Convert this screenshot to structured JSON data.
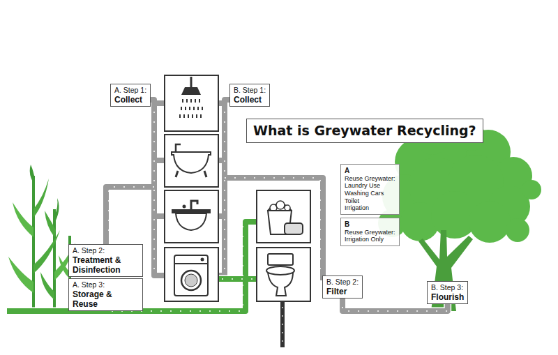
{
  "diagram": {
    "title": "What is Greywater Recycling?",
    "nodes": [
      {
        "text": [
          "A. Step 1:",
          "Collect"
        ]
      },
      {
        "text": [
          "B. Step 1:",
          "Collect"
        ]
      },
      {
        "text": [
          "A",
          "Reuse Greywater:",
          "Laundry Use",
          "Washing Cars",
          "Toilet",
          "Irrigation"
        ]
      },
      {
        "text": [
          "B",
          "Reuse Greywater:",
          "Irrigation Only"
        ]
      },
      {
        "text": [
          "A. Step 2:",
          "Treatment & Disinfection"
        ]
      },
      {
        "text": [
          "A. Step 3:",
          "Storage & Reuse"
        ]
      },
      {
        "text": [
          "B. Step 2:",
          "Filter"
        ]
      },
      {
        "text": [
          "B. Step 3:",
          "Flourish"
        ]
      }
    ],
    "edges": [
      {
        "from": 6,
        "to": 7,
        "arrow": "none"
      }
    ]
  }
}
